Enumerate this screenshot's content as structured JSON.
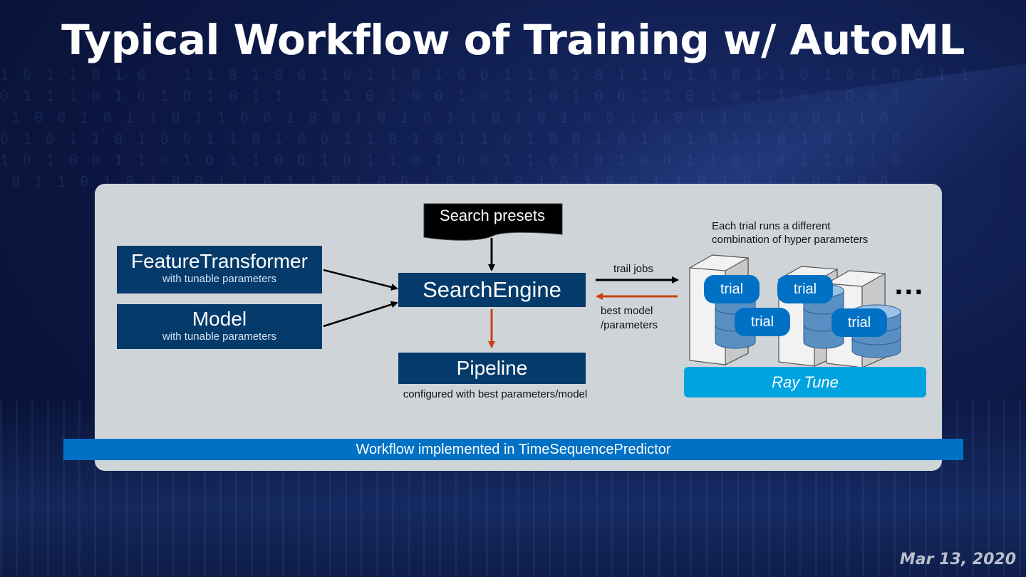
{
  "slide": {
    "title": "Typical Workflow of Training w/ AutoML",
    "date": "Mar 13, 2020"
  },
  "diagram": {
    "search_presets": "Search presets",
    "feature_transformer": {
      "label": "FeatureTransformer",
      "sub": "with tunable parameters"
    },
    "model": {
      "label": "Model",
      "sub": "with tunable parameters"
    },
    "search_engine": "SearchEngine",
    "pipeline": {
      "label": "Pipeline",
      "caption": "configured with best parameters/model"
    },
    "trail_jobs": "trail jobs",
    "best_model": [
      "best model",
      "/parameters"
    ],
    "trial_note": [
      "Each trial runs a different",
      "combination of hyper parameters"
    ],
    "trials": [
      "trial",
      "trial",
      "trial",
      "trial"
    ],
    "ellipsis": "...",
    "ray_tune": "Ray Tune",
    "banner": "Workflow implemented in TimeSequencePredictor"
  },
  "colors": {
    "box_dark_blue": "#053b6b",
    "trial_blue": "#0071c5",
    "ray_tune_blue": "#00a3e0",
    "result_arrow": "#c8410e",
    "panel_gray": "#cfd4d9"
  }
}
